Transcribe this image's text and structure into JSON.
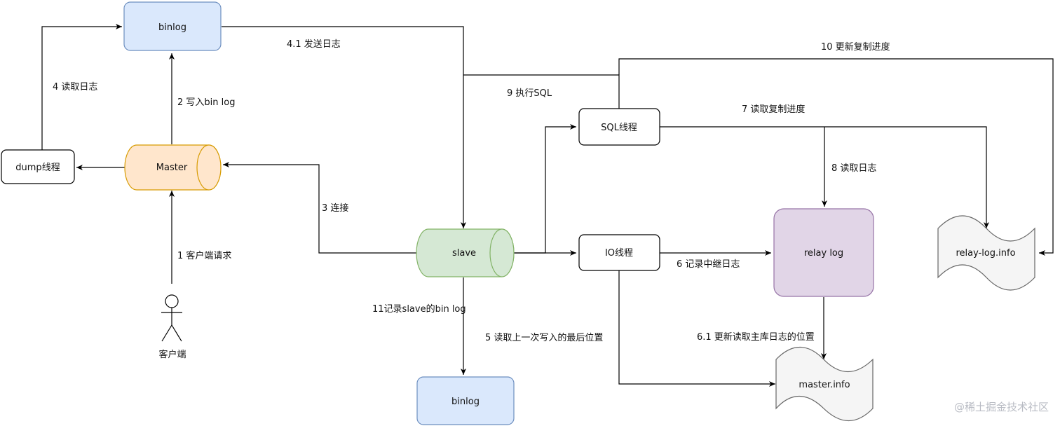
{
  "nodes": {
    "binlog_master": "binlog",
    "master": "Master",
    "dump_thread": "dump线程",
    "client": "客户端",
    "slave": "slave",
    "binlog_slave": "binlog",
    "sql_thread": "SQL线程",
    "io_thread": "IO线程",
    "relay_log": "relay log",
    "relay_log_info": "relay-log.info",
    "master_info": "master.info"
  },
  "edges": {
    "client_request": "1 客户端请求",
    "write_binlog": "2 写入bin log",
    "connect": "3 连接",
    "read_log": "4 读取日志",
    "send_log": "4.1 发送日志",
    "read_last_position": "5 读取上一次写入的最后位置",
    "record_relay_log": "6 记录中继日志",
    "update_master_position": "6.1 更新读取主库日志的位置",
    "read_replication_progress": "7 读取复制进度",
    "read_relay_log": "8 读取日志",
    "execute_sql": "9 执行SQL",
    "update_replication_progress": "10 更新复制进度",
    "record_slave_binlog": "11记录slave的bin log"
  },
  "watermark": "@稀土掘金技术社区",
  "colors": {
    "binlog_fill": "#dae8fc",
    "binlog_stroke": "#6c8ebf",
    "master_fill": "#ffe6cc",
    "master_stroke": "#d79b00",
    "slave_fill": "#d5e8d4",
    "slave_stroke": "#82b366",
    "relay_fill": "#e1d5e7",
    "relay_stroke": "#9673a6",
    "doc_fill": "#f5f5f5",
    "doc_stroke": "#666666"
  }
}
